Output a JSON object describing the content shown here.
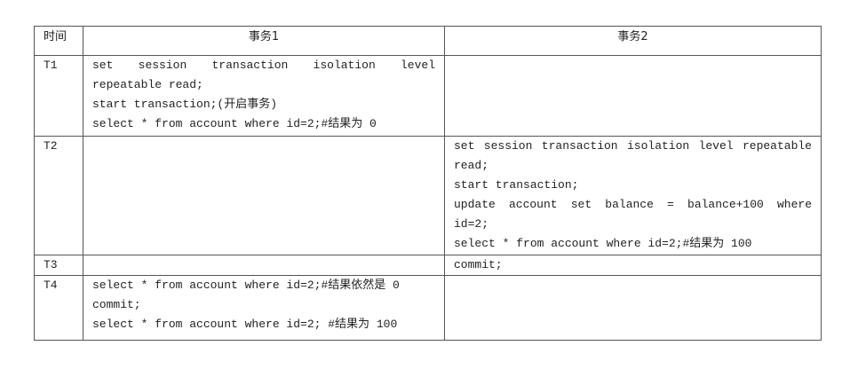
{
  "headers": {
    "time": "时间",
    "tx1": "事务1",
    "tx2": "事务2"
  },
  "rows": [
    {
      "time": "T1",
      "tx1": [
        "set session transaction isolation level repeatable read;",
        "start transaction;(开启事务)",
        "select * from account where id=2;#结果为 0"
      ],
      "tx2": []
    },
    {
      "time": "T2",
      "tx1": [],
      "tx2": [
        "set session transaction isolation level repeatable read;",
        "start transaction;",
        "update account set balance = balance+100 where id=2;",
        "select * from account where id=2;#结果为 100"
      ]
    },
    {
      "time": "T3",
      "tx1": [],
      "tx2": [
        "commit;"
      ]
    },
    {
      "time": "T4",
      "tx1": [
        "select * from account where id=2;#结果依然是 0",
        "commit;",
        "select * from account where id=2; #结果为 100"
      ],
      "tx2": []
    }
  ]
}
